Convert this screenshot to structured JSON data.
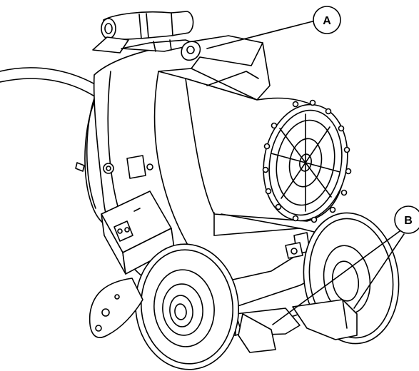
{
  "callouts": [
    {
      "id": "A",
      "label": "A"
    },
    {
      "id": "B",
      "label": "B"
    }
  ],
  "colors": {
    "line": "#000000",
    "background": "#ffffff",
    "shade": "#8a8a8a",
    "dark": "#1a1a1a"
  }
}
